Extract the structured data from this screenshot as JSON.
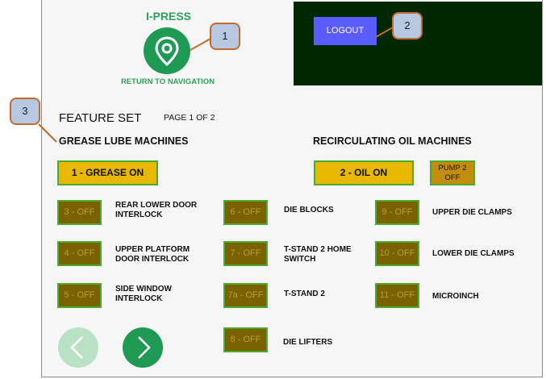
{
  "header": {
    "app_title": "I-PRESS",
    "return_link": "RETURN TO NAVIGATION",
    "logout_label": "LOGOUT"
  },
  "callouts": [
    "1",
    "2",
    "3"
  ],
  "feature_set": {
    "title": "FEATURE SET",
    "page_indicator": "PAGE 1 OF 2"
  },
  "grease": {
    "heading": "GREASE LUBE MACHINES",
    "master_button": "1 - GREASE ON",
    "items": [
      {
        "button": "3 - OFF",
        "label_line1": "REAR LOWER DOOR",
        "label_line2": "INTERLOCK"
      },
      {
        "button": "4 - OFF",
        "label_line1": "UPPER PLATFORM",
        "label_line2": "DOOR INTERLOCK"
      },
      {
        "button": "5 - OFF",
        "label_line1": "SIDE WINDOW",
        "label_line2": "INTERLOCK"
      }
    ]
  },
  "middle": {
    "items": [
      {
        "button": "6 - OFF",
        "label_line1": "DIE BLOCKS",
        "label_line2": ""
      },
      {
        "button": "7 - OFF",
        "label_line1": "T-STAND 2 HOME",
        "label_line2": "SWITCH"
      },
      {
        "button": "7a - OFF",
        "label_line1": "T-STAND 2",
        "label_line2": ""
      },
      {
        "button": "8 - OFF",
        "label_line1": "DIE LIFTERS",
        "label_line2": ""
      }
    ]
  },
  "oil": {
    "heading": "RECIRCULATING OIL MACHINES",
    "master_button": "2 - OIL ON",
    "pump_line1": "PUMP 2",
    "pump_line2": "OFF",
    "items": [
      {
        "button": "9 - OFF",
        "label_line1": "UPPER DIE CLAMPS",
        "label_line2": ""
      },
      {
        "button": "10 - OFF",
        "label_line1": "LOWER DIE CLAMPS",
        "label_line2": ""
      },
      {
        "button": "11 - OFF",
        "label_line1": "MICROINCH",
        "label_line2": ""
      }
    ]
  },
  "icons": {
    "nav": "map-pin-icon",
    "prev": "chevron-left-icon",
    "next": "chevron-right-icon"
  },
  "colors": {
    "brand_green": "#1e9a55",
    "logout_blue": "#5a5cff",
    "on_yellow": "#e8b800",
    "off_brown": "#7a6200",
    "dark_panel": "#002800"
  }
}
